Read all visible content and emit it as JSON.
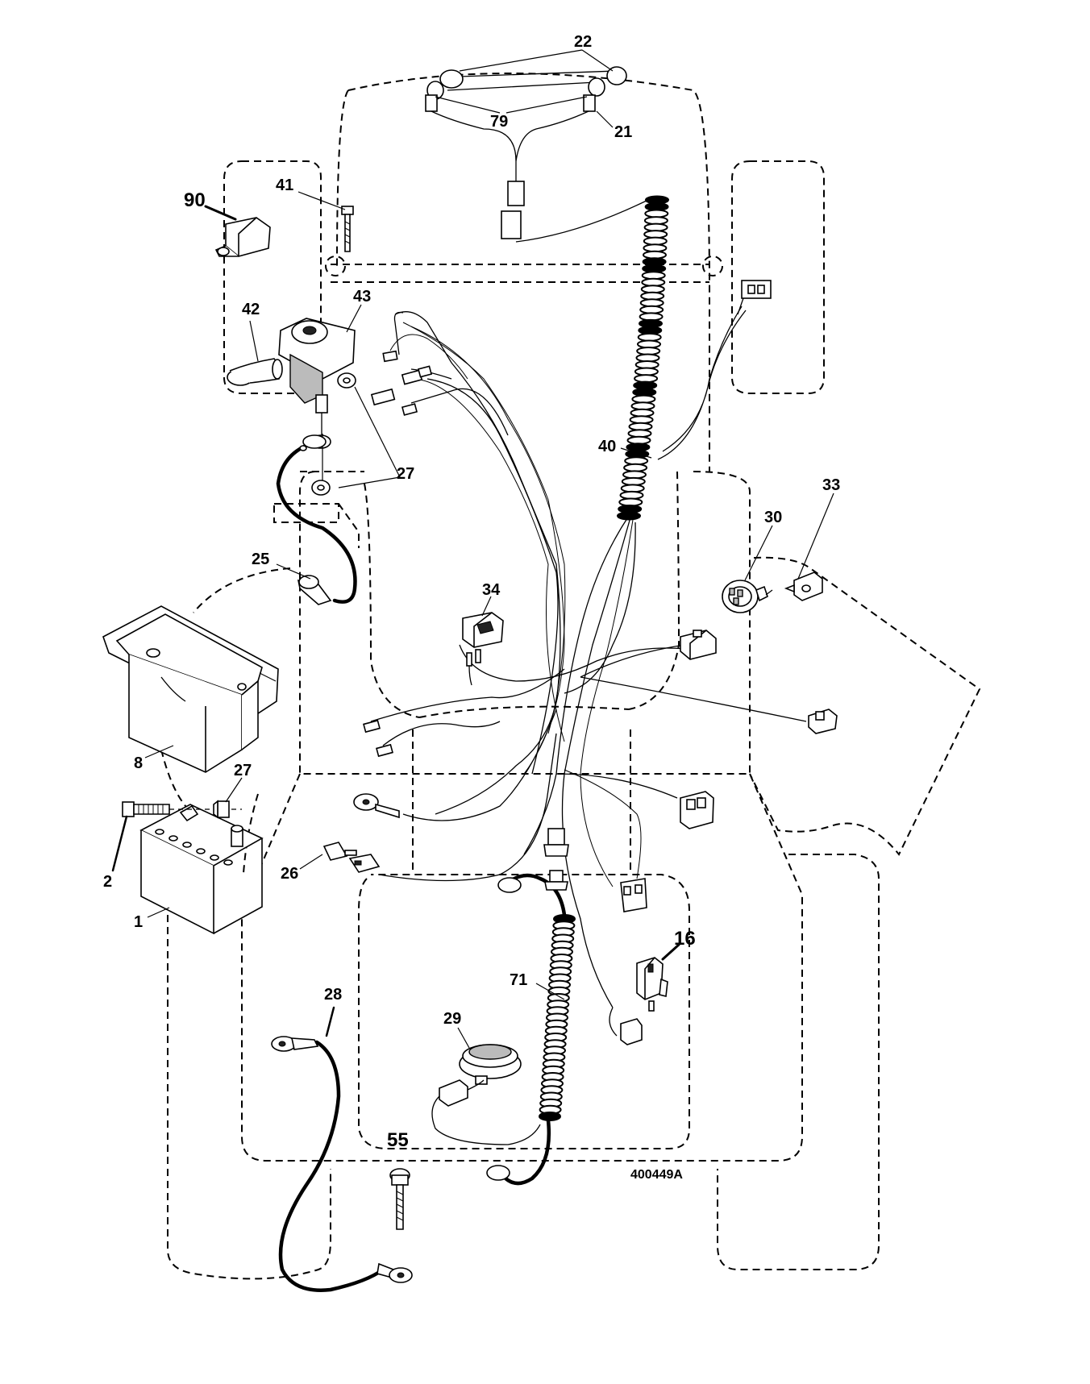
{
  "diagram": {
    "drawing_number": "400449A",
    "callouts": [
      {
        "id": "c22",
        "text": "22"
      },
      {
        "id": "c79",
        "text": "79"
      },
      {
        "id": "c21",
        "text": "21"
      },
      {
        "id": "c41",
        "text": "41"
      },
      {
        "id": "c90",
        "text": "90"
      },
      {
        "id": "c42",
        "text": "42"
      },
      {
        "id": "c43",
        "text": "43"
      },
      {
        "id": "c40",
        "text": "40"
      },
      {
        "id": "c27a",
        "text": "27"
      },
      {
        "id": "c33",
        "text": "33"
      },
      {
        "id": "c30",
        "text": "30"
      },
      {
        "id": "c25",
        "text": "25"
      },
      {
        "id": "c34",
        "text": "34"
      },
      {
        "id": "c8",
        "text": "8"
      },
      {
        "id": "c27b",
        "text": "27"
      },
      {
        "id": "c2",
        "text": "2"
      },
      {
        "id": "c26",
        "text": "26"
      },
      {
        "id": "c1",
        "text": "1"
      },
      {
        "id": "c16",
        "text": "16"
      },
      {
        "id": "c71",
        "text": "71"
      },
      {
        "id": "c28",
        "text": "28"
      },
      {
        "id": "c29",
        "text": "29"
      },
      {
        "id": "c55",
        "text": "55"
      }
    ]
  }
}
